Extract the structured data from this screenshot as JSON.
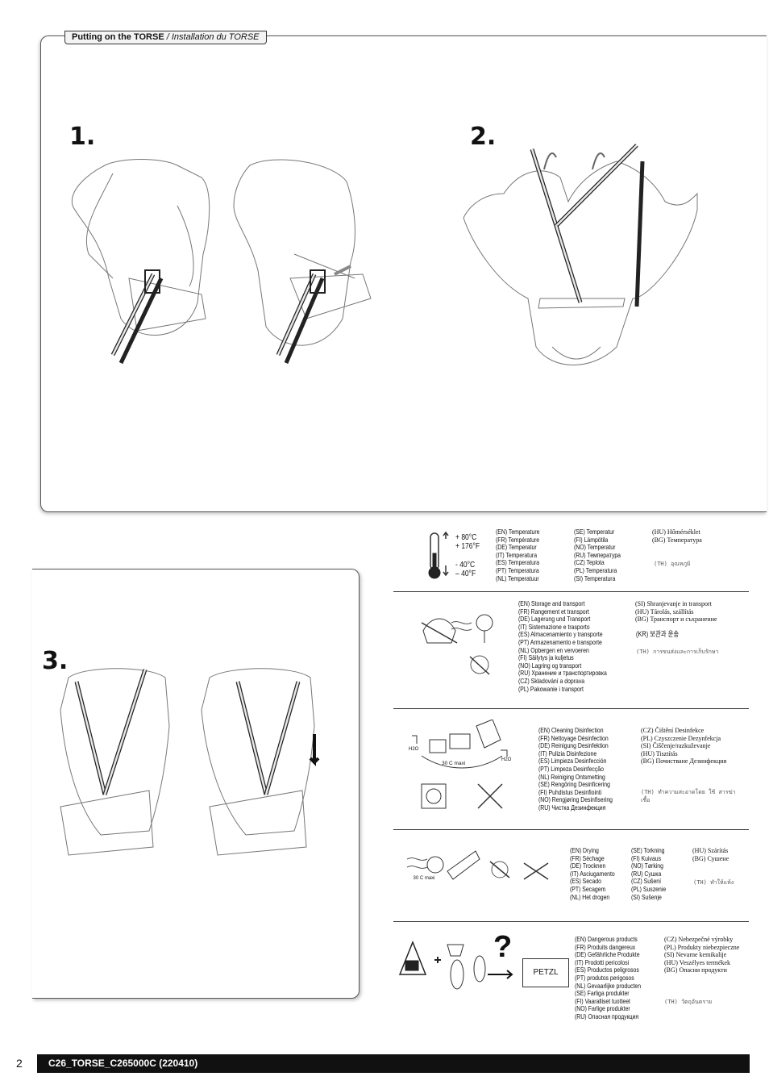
{
  "section": {
    "title_bold": "Putting on the TORSE",
    "title_italic": " / Installation du TORSE"
  },
  "steps": {
    "s1": "1.",
    "s2": "2.",
    "s3": "3."
  },
  "temperature": {
    "max_c": "+ 80°C",
    "max_f": "+ 176°F",
    "min_c": "- 40°C",
    "min_f": "– 40°F",
    "col1": [
      "(EN) Temperature",
      "(FR) Température",
      "(DE) Temperatur",
      "(IT) Temperatura",
      "(ES) Temperatura",
      "(PT) Temperatura",
      "(NL) Temperatuur"
    ],
    "col2": [
      "(SE) Temperatur",
      "(FI) Lämpötila",
      "(NO) Temperatur",
      "(RU) Температура",
      "(CZ) Teplota",
      "(PL) Temperatura",
      "(SI) Temperatura"
    ],
    "col3": [
      "(HU) Hőmérséklet",
      "(BG) Температура"
    ],
    "th": "(TH) อุณหภูมิ"
  },
  "storage": {
    "col1": [
      "(EN) Storage and transport",
      "(FR) Rangement et transport",
      "(DE) Lagerung und Transport",
      "(IT) Sistemazione e trasporto",
      "(ES) Almacenamiento y transporte",
      "(PT) Armazenamento e transporte",
      "(NL) Opbergen en vervoeren",
      "(FI) Säilytys ja kuljetus",
      "(NO) Lagring og transport",
      "(RU) Хранение и транспортировка",
      "(CZ) Skladování a doprava",
      "(PL) Pakowanie i transport"
    ],
    "col2": [
      "(SI) Shranjevanje in transport",
      "(HU) Tárolás, szállítás",
      "(BG) Транспорт и съхранение"
    ],
    "kr": "(KR) 보관과 운송",
    "th": "(TH) การขนส่งและการเก็บรักษา"
  },
  "cleaning": {
    "temp_label": "30 C maxi",
    "h2o": "H2O",
    "col1": [
      "(EN) Cleaning Disinfection",
      "(FR) Nettoyage Désinfection",
      "(DE) Reinigung Desinfektion",
      "(IT) Pulizia Disinfezione",
      "(ES) Limpieza Desinfección",
      "(PT) Limpeza Desinfecção",
      "(NL) Reiniging Ontsmetting",
      "(SE) Rengöring Desinficering",
      "(FI) Puhdistus Desinfiointi",
      "(NO) Rengjøring Desinfisering",
      "(RU) Чистка Дезинфекция"
    ],
    "col2": [
      "(CZ) Čištění Desinfekce",
      "(PL) Czyszczenie Dezynfekcja",
      "(SI) Čiščenje/razkuževanje",
      "(HU) Tisztítás",
      "(BG) Почистване Дезинфекция"
    ],
    "th": "(TH) ทำความสะอาดโดย ใช้ สารฆ่าเชื้อ"
  },
  "drying": {
    "temp_label": "30 C maxi",
    "col1": [
      "(EN) Drying",
      "(FR) Séchage",
      "(DE) Trocknen",
      "(IT) Asciugamento",
      "(ES) Secado",
      "(PT) Secagem",
      "(NL) Het drogen"
    ],
    "col2": [
      "(SE) Torkning",
      "(FI) Kuivaus",
      "(NO) Tørking",
      "(RU) Сушка",
      "(CZ) Sušení",
      "(PL) Suszenie",
      "(SI) Sušenje"
    ],
    "col3": [
      "(HU) Szárítás",
      "(BG) Сушене"
    ],
    "th": "(TH) ทำให้แห้ง"
  },
  "dangerous": {
    "petzl": "PETZL",
    "question": "?",
    "col1": [
      "(EN) Dangerous products",
      "(FR) Produits dangereux",
      "(DE) Gefährliche Produkte",
      "(IT) Prodotti pericolosi",
      "(ES) Productos peligrosos",
      "(PT) produtos perigosos",
      "(NL) Gevaarlijke producten",
      "(SE) Farliga produkter",
      "(FI) Vaaralliset tuotteet",
      "(NO) Farlige produkter",
      "(RU) Опасная продукция"
    ],
    "col2": [
      "(CZ) Nebezpečné výrobky",
      "(PL) Produkty niebezpieczne",
      "(SI) Nevarne kemikalije",
      "(HU) Veszélyes termékek",
      "(BG) Опасни продукти"
    ],
    "th": "(TH) วัตถุอันตราย"
  },
  "footer": {
    "page": "2",
    "code": "C26_TORSE_C265000C (220410)"
  }
}
